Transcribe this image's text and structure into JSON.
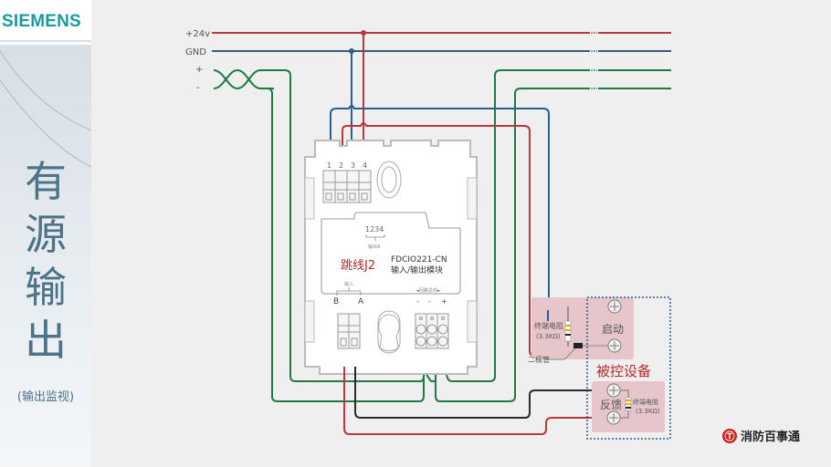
{
  "sidebar": {
    "logo": "SIEMENS",
    "title_chars": [
      "有",
      "源",
      "输",
      "出"
    ],
    "subtitle": "(输出监视)"
  },
  "diagram": {
    "bus_labels": {
      "v24": "+24v",
      "gnd": "GND",
      "plus": "+",
      "minus": "-"
    },
    "module": {
      "terminal_numbers": [
        "1",
        "2",
        "3",
        "4"
      ],
      "jumper_numbers": "1234",
      "jumper_caption": "输出A",
      "jumper_label": "跳线J2",
      "model": "FDCIO221-CN",
      "model_desc": "输入/输出模块",
      "input_caption": "输入",
      "input_terminals": [
        "B",
        "A"
      ],
      "loop_caption": "◄回路总线►",
      "loop_terminals": [
        "-",
        "-",
        "+"
      ]
    },
    "start_group": {
      "resistor_label": "终端电阻",
      "resistor_value": "(3.3KΩ)",
      "terminal_label": "启动",
      "diode_label": "二极管"
    },
    "controlled_device_label": "被控设备",
    "feedback_group": {
      "terminal_label": "反馈",
      "resistor_label": "终端电阻",
      "resistor_value": "(3.3KΩ)"
    },
    "colors": {
      "red": "#b8383d",
      "blue": "#2a5f8c",
      "green": "#1e7a45",
      "black": "#2a2a2a",
      "pink": "#e6c6cb",
      "dotted": "#2a5f8c",
      "dark_red_text": "#b02a2a"
    }
  },
  "brand": {
    "mark": "Ⓣ",
    "name": "消防百事通"
  }
}
